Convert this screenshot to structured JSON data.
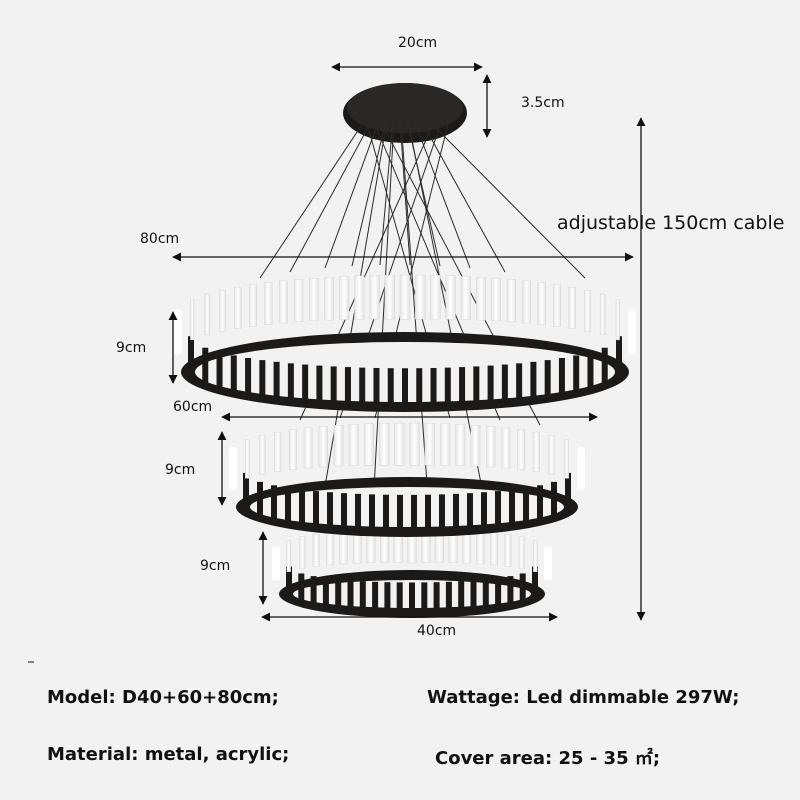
{
  "dimensions": {
    "canopy_width": "20cm",
    "canopy_height": "3.5cm",
    "cable_length": "adjustable 150cm cable",
    "ring1_diameter": "80cm",
    "ring1_height": "9cm",
    "ring2_diameter": "60cm",
    "ring2_height": "9cm",
    "ring3_height": "9cm",
    "ring3_diameter": "40cm"
  },
  "specs": {
    "model": "Model: D40+60+80cm;",
    "wattage": "Wattage: Led dimmable 297W;",
    "material": "Material: metal, acrylic;",
    "cover_area": "Cover area: 25 - 35 ㎡;"
  },
  "colors": {
    "background": "#f2f2f2",
    "metal": "#1c1a19",
    "acrylic": "#ffffff",
    "line": "#111111"
  }
}
